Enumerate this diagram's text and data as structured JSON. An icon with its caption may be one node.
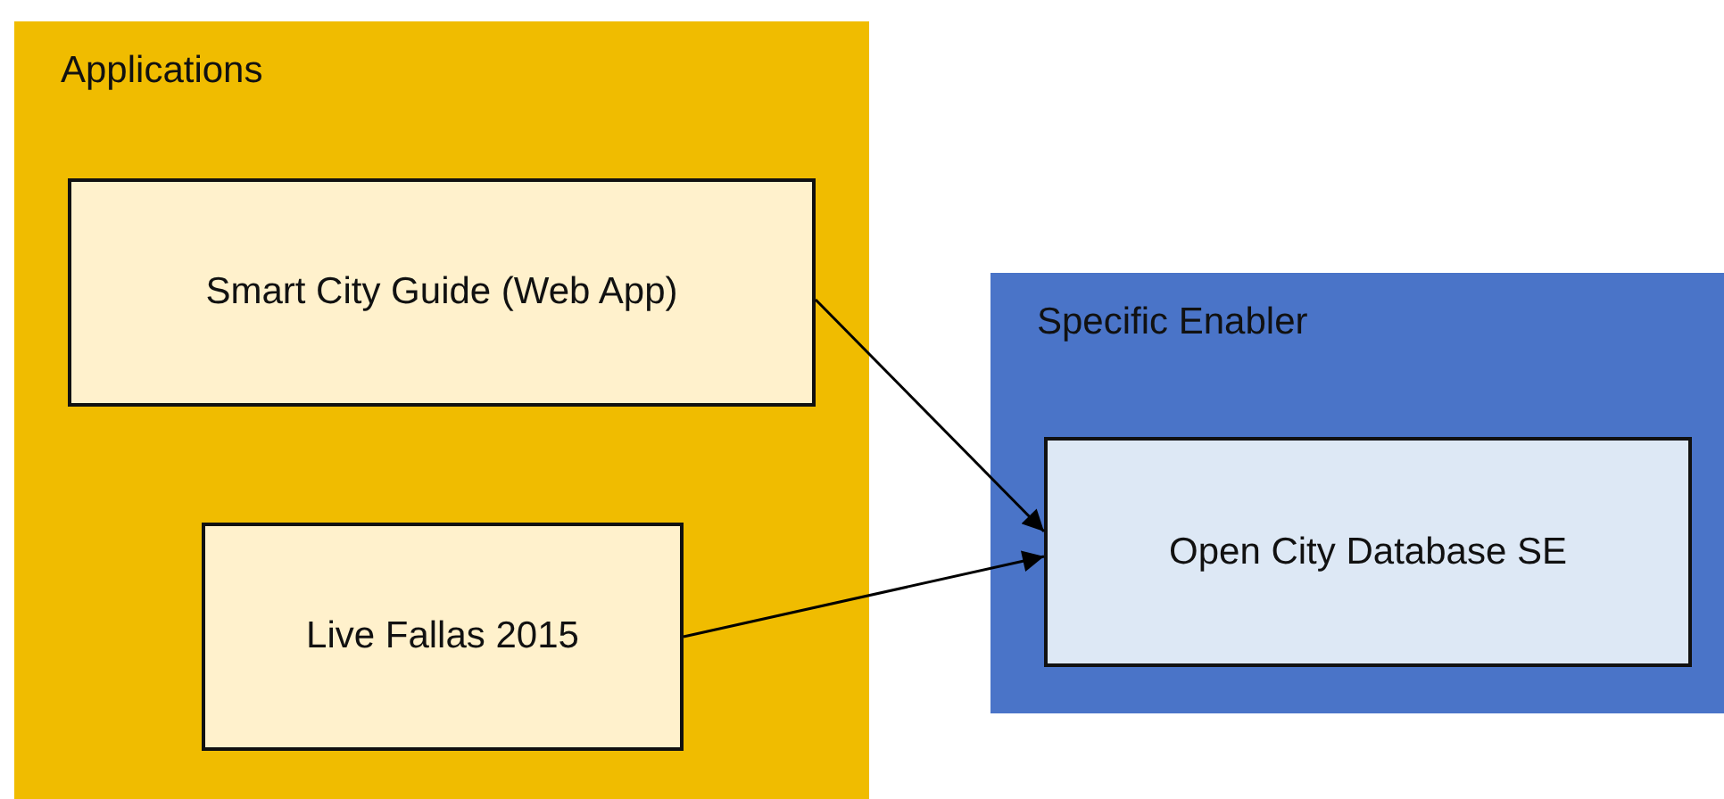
{
  "diagram": {
    "nodes": [
      {
        "text": [
          "Applications"
        ]
      },
      {
        "text": [
          "Smart City Guide (Web App)"
        ],
        "in": 0
      },
      {
        "text": [
          "Live Fallas 2015"
        ],
        "in": 0
      },
      {
        "text": [
          "Specific Enabler"
        ]
      },
      {
        "text": [
          "Open City Database SE"
        ],
        "in": 3
      }
    ],
    "edges": [
      {
        "from": 1,
        "to": 4,
        "arrow": "to"
      },
      {
        "from": 2,
        "to": 4,
        "arrow": "to"
      }
    ]
  }
}
